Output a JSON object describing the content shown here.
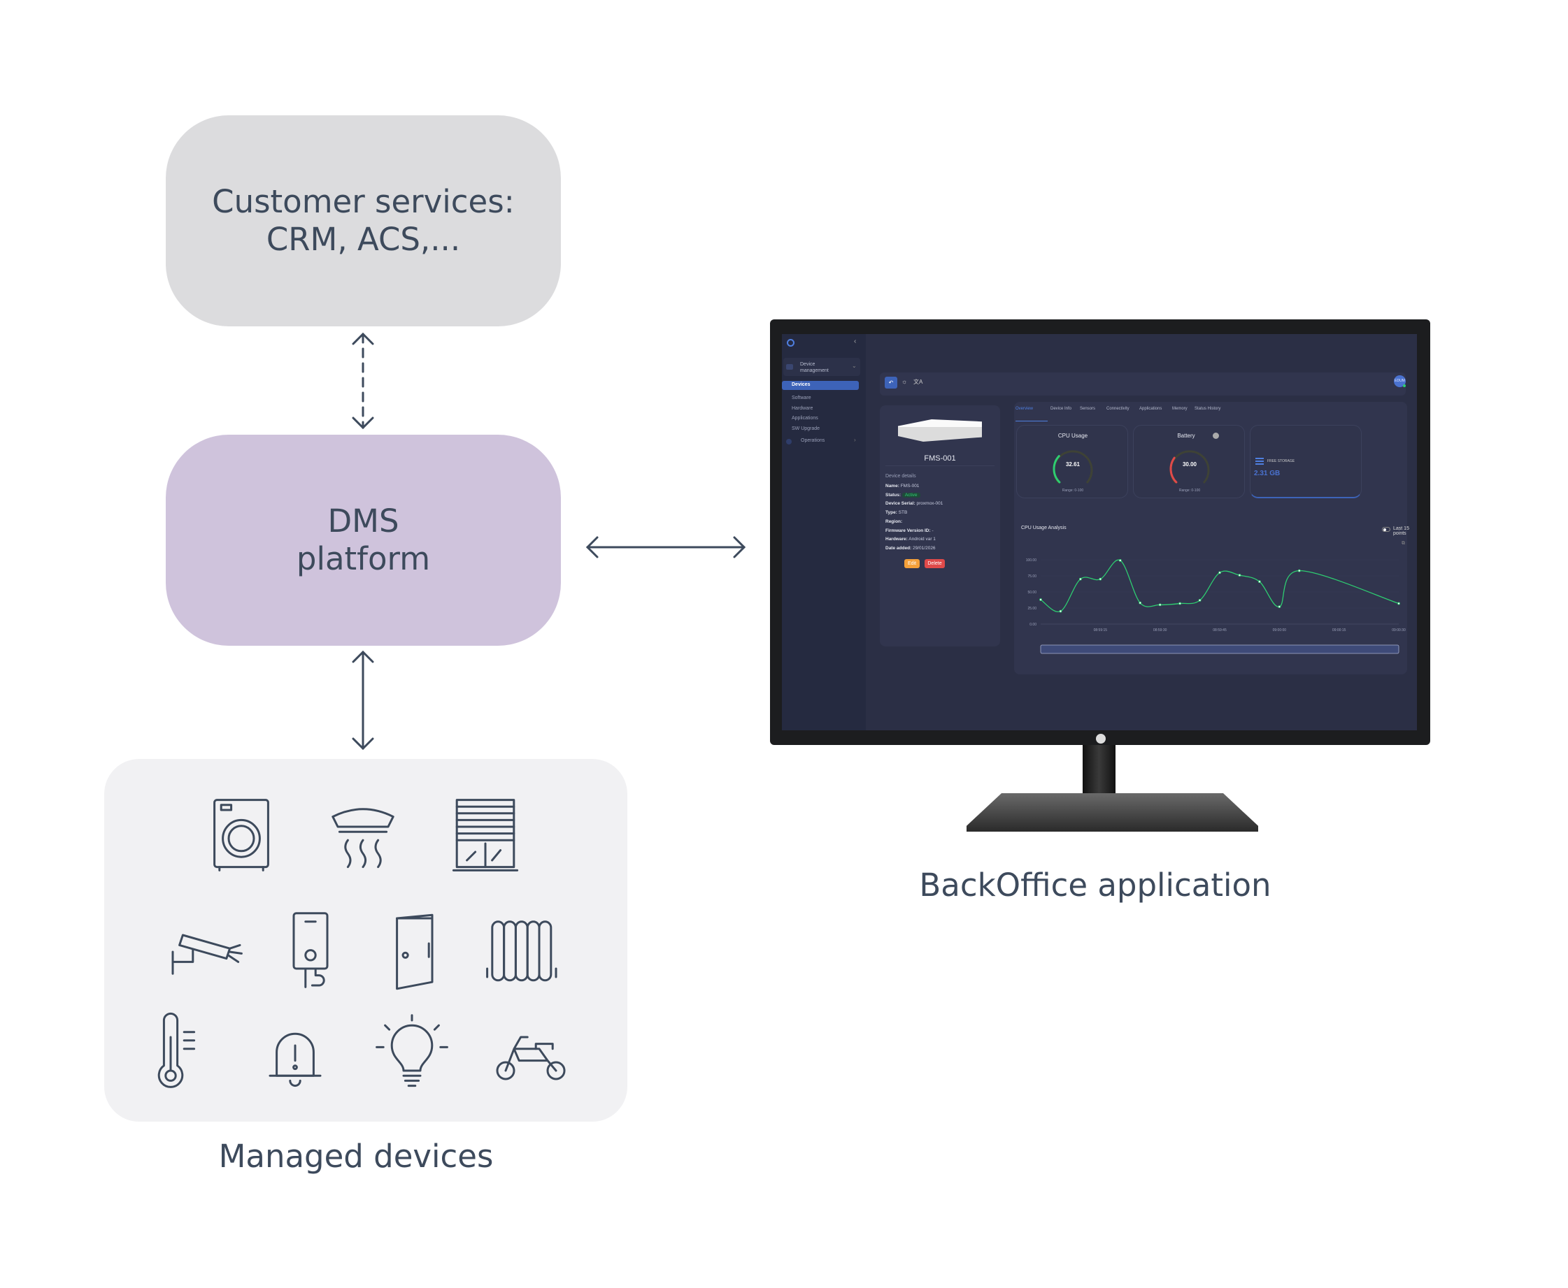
{
  "diagram": {
    "customer_services": "Customer services:\nCRM, ACS,...",
    "dms_platform": "DMS\nplatform",
    "managed_devices_caption": "Managed devices",
    "backoffice_caption": "BackOffice application",
    "colors": {
      "customer_box": "#dcdcde",
      "dms_box": "#cfc3dc",
      "devices_box": "#f1f1f3",
      "text": "#3d4a5c"
    },
    "device_icons": [
      "washing-machine-icon",
      "smoke-detector-icon",
      "window-blind-icon",
      "security-camera-icon",
      "water-heater-icon",
      "door-icon",
      "radiator-icon",
      "thermometer-icon",
      "alarm-bell-icon",
      "light-bulb-icon",
      "scooter-icon"
    ]
  },
  "app": {
    "sidebar": {
      "group": "Device management",
      "items": [
        "Devices",
        "Software",
        "Hardware",
        "Applications",
        "SW Upgrade"
      ],
      "operations": "Operations"
    },
    "toolbar": {
      "avatar": "EDUM"
    },
    "device": {
      "title": "FMS-001",
      "section": "Device details",
      "fields": [
        {
          "label": "Name:",
          "value": "FMS-001"
        },
        {
          "label": "Status:",
          "value": "Active"
        },
        {
          "label": "Device Serial:",
          "value": "proxmox-001"
        },
        {
          "label": "Type:",
          "value": "STB"
        },
        {
          "label": "Region:",
          "value": ""
        },
        {
          "label": "Firmware Version ID:",
          "value": "-"
        },
        {
          "label": "Hardware:",
          "value": "Android var 1"
        },
        {
          "label": "Date added:",
          "value": "29/01/2026"
        }
      ],
      "edit": "Edit",
      "delete": "Delete"
    },
    "tabs": [
      "Overview",
      "Device Info",
      "Sensors",
      "Connectivity",
      "Applications",
      "Memory",
      "Status History"
    ],
    "cpu": {
      "title": "CPU Usage",
      "value": "32.61",
      "percent": 32.61,
      "range": "Range: 0-100"
    },
    "battery": {
      "title": "Battery",
      "value": "30.00",
      "percent": 30,
      "range": "Range: 0-100"
    },
    "storage": {
      "label": "FREE STORAGE",
      "value": "2.31 GB"
    },
    "chart_toggle": "Last 15 points"
  },
  "chart_data": {
    "type": "line",
    "title": "CPU Usage Analysis",
    "x": [
      "08:59:00",
      "08:59:05",
      "08:59:10",
      "08:59:15",
      "08:59:20",
      "08:59:25",
      "08:59:30",
      "08:59:35",
      "08:59:40",
      "08:59:45",
      "08:59:50",
      "08:59:55",
      "09:00:00",
      "09:00:05",
      "09:00:30"
    ],
    "x_seconds": [
      0,
      5,
      10,
      15,
      20,
      25,
      30,
      35,
      40,
      45,
      50,
      55,
      60,
      65,
      90
    ],
    "values": [
      38,
      20,
      70,
      70,
      99,
      33,
      30,
      32,
      37,
      80,
      76,
      66,
      27,
      83,
      32
    ],
    "yticks": [
      "0.00",
      "25.00",
      "50.00",
      "75.00",
      "100.00"
    ],
    "ylim": [
      0,
      100
    ],
    "xticks": [
      {
        "s": 15,
        "label": "08:59:15"
      },
      {
        "s": 30,
        "label": "08:59:30"
      },
      {
        "s": 45,
        "label": "08:59:45"
      },
      {
        "s": 60,
        "label": "09:00:00"
      },
      {
        "s": 75,
        "label": "09:00:15"
      },
      {
        "s": 90,
        "label": "09:00:30"
      }
    ],
    "color": "#2ecc71"
  }
}
